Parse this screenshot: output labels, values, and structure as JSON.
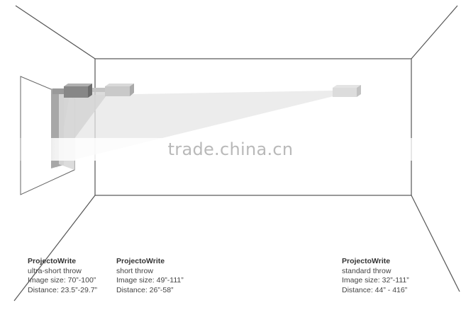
{
  "watermark": "trade.china.cn",
  "projectors": [
    {
      "brand": "ProjectoWrite",
      "type": "ultra-short throw",
      "image_size": "Image size: 70”-100”",
      "distance": "Distance: 23.5”-29.7”"
    },
    {
      "brand": "ProjectoWrite",
      "type": "short throw",
      "image_size": "Image size: 49”-111”",
      "distance": "Distance: 26”-58”"
    },
    {
      "brand": "ProjectoWrite",
      "type": "standard throw",
      "image_size": "Image size: 32”-111”",
      "distance": "Distance: 44” - 416”"
    }
  ],
  "colors": {
    "line": "#555555",
    "beam": "#e6e6e6",
    "projector_dark": "#8c8c8c",
    "projector_light": "#d4d4d4"
  }
}
